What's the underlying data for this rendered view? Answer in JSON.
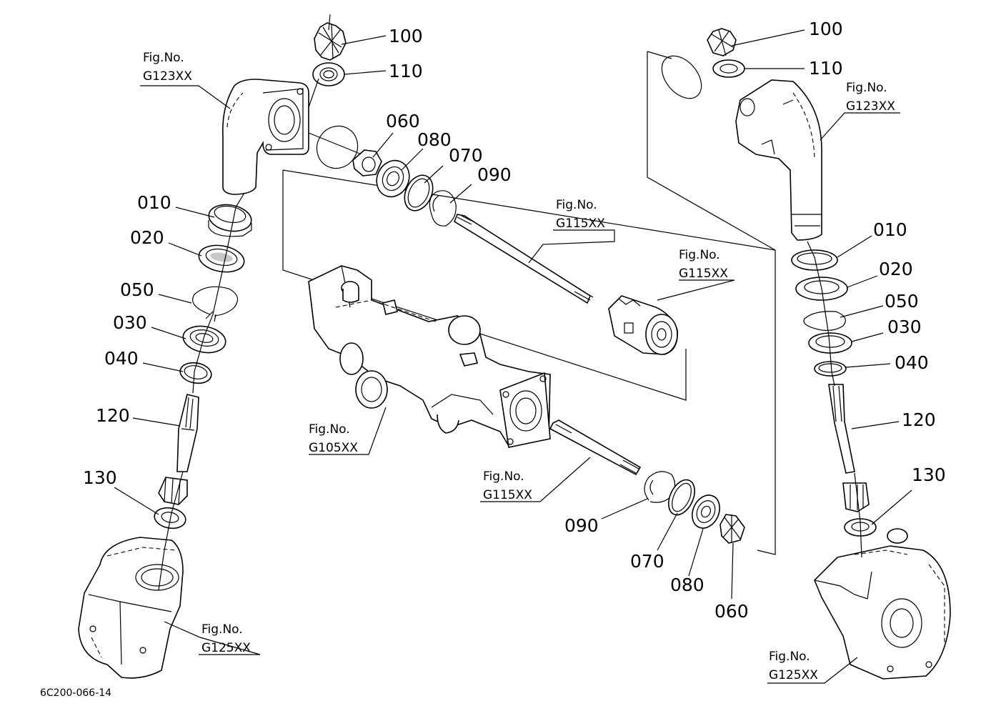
{
  "drawing_code": "6C200-066-14",
  "figure_refs": [
    {
      "id": "ref-left-g123",
      "line1": "Fig.No.",
      "line2": "G123XX"
    },
    {
      "id": "ref-right-g123",
      "line1": "Fig.No.",
      "line2": "G123XX"
    },
    {
      "id": "ref-upper-g115-shaft",
      "line1": "Fig.No.",
      "line2": "G115XX"
    },
    {
      "id": "ref-upper-g115-diff",
      "line1": "Fig.No.",
      "line2": "G115XX"
    },
    {
      "id": "ref-g105",
      "line1": "Fig.No.",
      "line2": "G105XX"
    },
    {
      "id": "ref-lower-g115",
      "line1": "Fig.No.",
      "line2": "G115XX"
    },
    {
      "id": "ref-left-g125",
      "line1": "Fig.No.",
      "line2": "G125XX"
    },
    {
      "id": "ref-right-g125",
      "line1": "Fig.No.",
      "line2": "G125XX"
    }
  ],
  "callouts": [
    {
      "id": "left-100",
      "label": "100"
    },
    {
      "id": "left-110",
      "label": "110"
    },
    {
      "id": "left-060",
      "label": "060"
    },
    {
      "id": "left-080",
      "label": "080"
    },
    {
      "id": "left-070",
      "label": "070"
    },
    {
      "id": "left-090",
      "label": "090"
    },
    {
      "id": "left-010",
      "label": "010"
    },
    {
      "id": "left-020",
      "label": "020"
    },
    {
      "id": "left-050",
      "label": "050"
    },
    {
      "id": "left-030",
      "label": "030"
    },
    {
      "id": "left-040",
      "label": "040"
    },
    {
      "id": "left-120",
      "label": "120"
    },
    {
      "id": "left-130",
      "label": "130"
    },
    {
      "id": "right-100",
      "label": "100"
    },
    {
      "id": "right-110",
      "label": "110"
    },
    {
      "id": "right-010",
      "label": "010"
    },
    {
      "id": "right-020",
      "label": "020"
    },
    {
      "id": "right-050",
      "label": "050"
    },
    {
      "id": "right-030",
      "label": "030"
    },
    {
      "id": "right-040",
      "label": "040"
    },
    {
      "id": "right-120",
      "label": "120"
    },
    {
      "id": "right-130",
      "label": "130"
    },
    {
      "id": "lower-090",
      "label": "090"
    },
    {
      "id": "lower-070",
      "label": "070"
    },
    {
      "id": "lower-080",
      "label": "080"
    },
    {
      "id": "lower-060",
      "label": "060"
    }
  ]
}
